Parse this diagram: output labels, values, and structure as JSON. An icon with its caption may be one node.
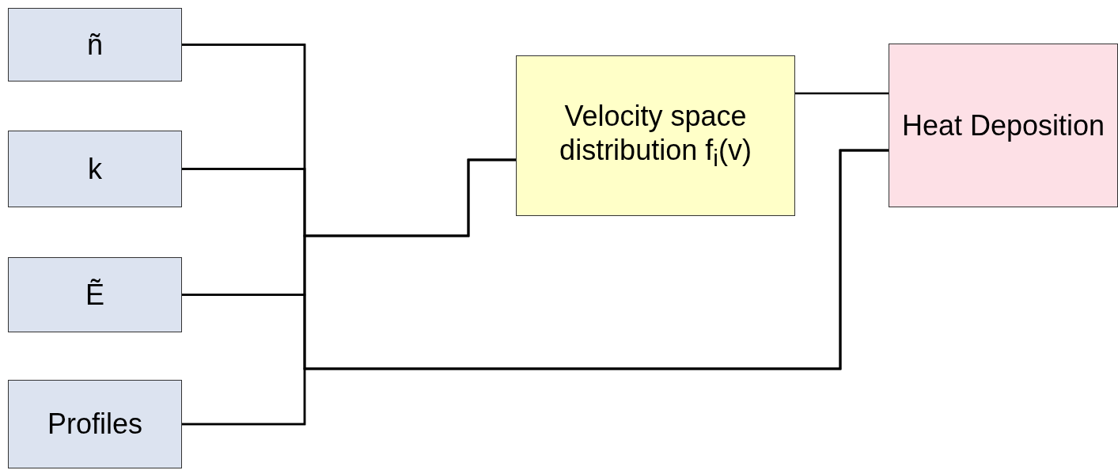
{
  "diagram": {
    "nodes": [
      {
        "text": [
          "ñ"
        ]
      },
      {
        "text": [
          "k"
        ]
      },
      {
        "text": [
          "Ẽ"
        ]
      },
      {
        "text": [
          "Profiles"
        ]
      },
      {
        "text": [
          "Velocity space distribution f$_{i}$(v)"
        ]
      },
      {
        "text": [
          "Heat Deposition"
        ]
      }
    ],
    "edges": [
      {
        "from": 0,
        "to": 4,
        "arrow": "none"
      },
      {
        "from": 1,
        "to": 4,
        "arrow": "none"
      },
      {
        "from": 2,
        "to": 4,
        "arrow": "none"
      },
      {
        "from": 3,
        "to": 4,
        "arrow": "none"
      },
      {
        "from": 0,
        "to": 5,
        "arrow": "none"
      },
      {
        "from": 1,
        "to": 5,
        "arrow": "none"
      },
      {
        "from": 2,
        "to": 5,
        "arrow": "none"
      },
      {
        "from": 3,
        "to": 5,
        "arrow": "none"
      },
      {
        "from": 4,
        "to": 5,
        "arrow": "none"
      }
    ]
  }
}
